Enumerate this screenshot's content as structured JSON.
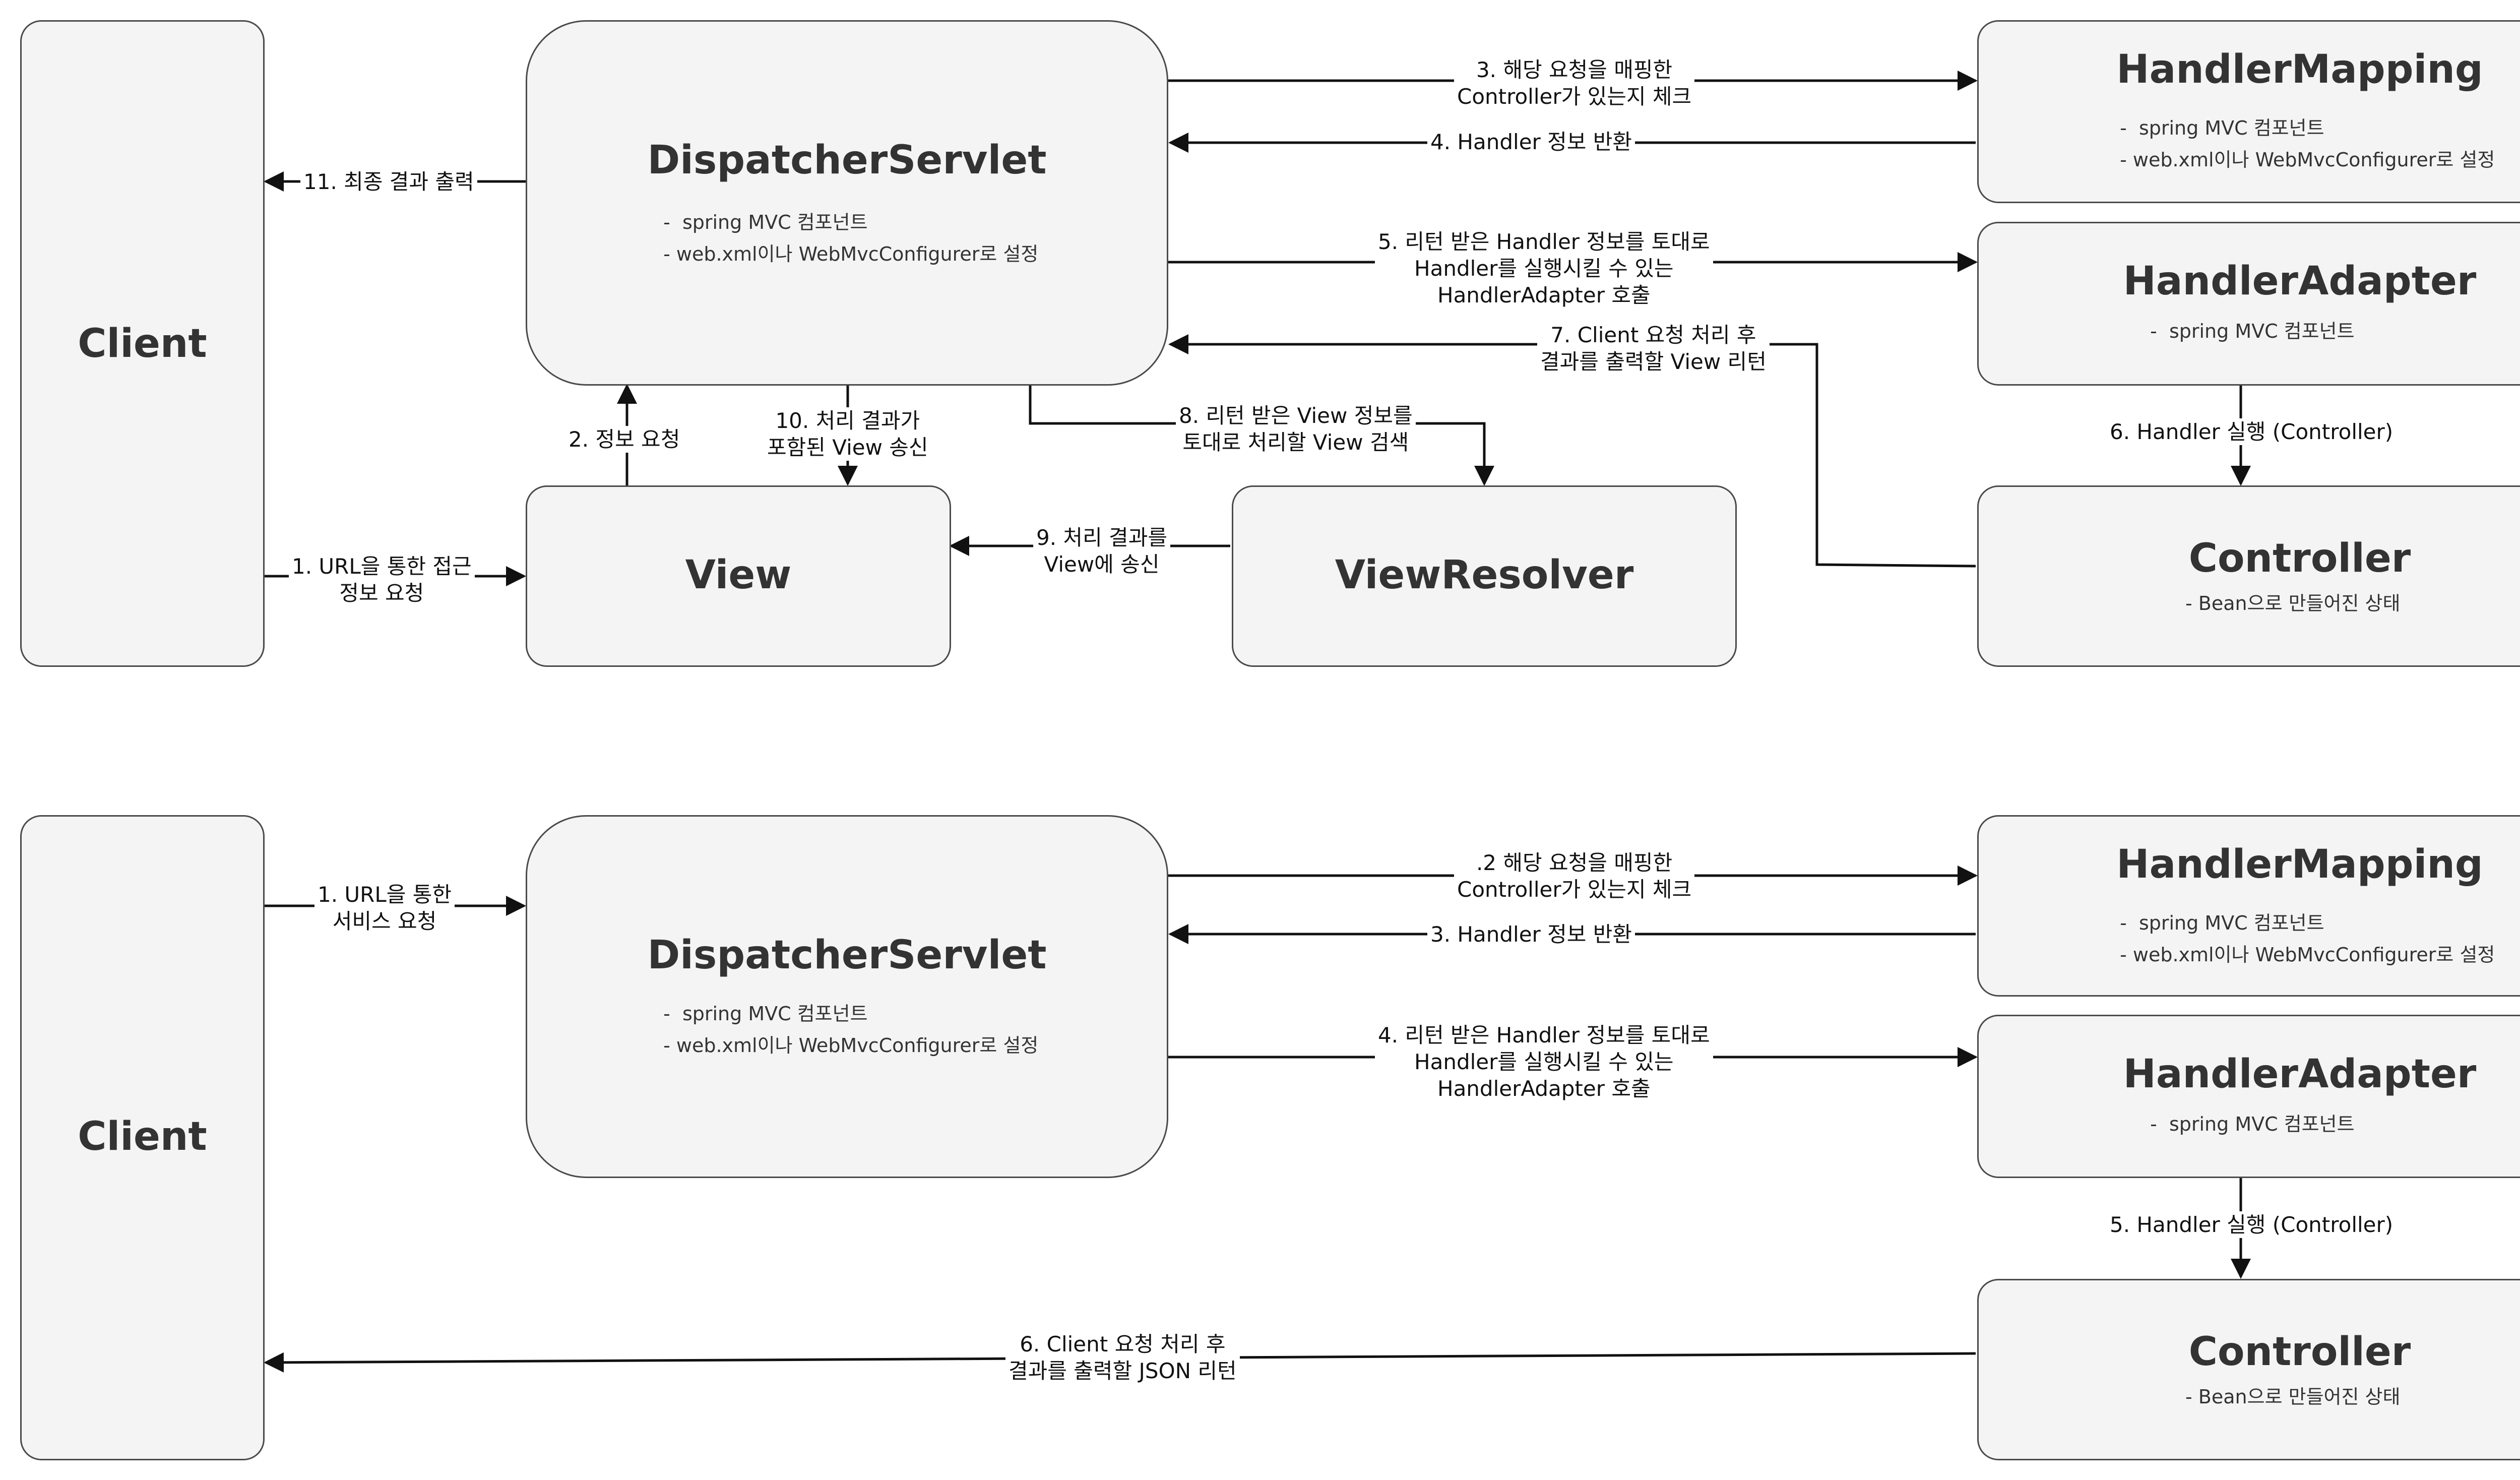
{
  "diagram_top": {
    "client": {
      "title": "Client"
    },
    "dispatcher": {
      "title": "DispatcherServlet",
      "notes": [
        " -  spring MVC 컴포넌트",
        " - web.xml이나 WebMvcConfigurer로 설정"
      ]
    },
    "handler_mapping": {
      "title": "HandlerMapping",
      "notes": [
        " -  spring MVC 컴포넌트",
        " - web.xml이나 WebMvcConfigurer로 설정"
      ]
    },
    "handler_adapter": {
      "title": "HandlerAdapter",
      "notes": [
        " -  spring MVC 컴포넌트"
      ]
    },
    "controller": {
      "title": "Controller",
      "notes": [
        "- Bean으로 만들어진 상태"
      ]
    },
    "view": {
      "title": "View"
    },
    "view_resolver": {
      "title": "ViewResolver"
    },
    "edges": {
      "e1": "1. URL을 통한 접근\n정보 요청",
      "e2": "2. 정보 요청",
      "e3": "3. 해당 요청을 매핑한\nController가 있는지 체크",
      "e4": "4. Handler 정보 반환",
      "e5": "5. 리턴 받은 Handler 정보를 토대로\nHandler를 실행시킬 수 있는\nHandlerAdapter 호출",
      "e6": "6. Handler 실행 (Controller)",
      "e7": "7. Client 요청 처리 후\n결과를 출력할 View 리턴",
      "e8": "8. 리턴 받은 View 정보를\n토대로 처리할 View 검색",
      "e9": "9. 처리 결과를\nView에 송신",
      "e10": "10. 처리 결과가\n포함된 View 송신",
      "e11": "11. 최종 결과 출력"
    }
  },
  "diagram_bottom": {
    "client": {
      "title": "Client"
    },
    "dispatcher": {
      "title": "DispatcherServlet",
      "notes": [
        " -  spring MVC 컴포넌트",
        " - web.xml이나 WebMvcConfigurer로 설정"
      ]
    },
    "handler_mapping": {
      "title": "HandlerMapping",
      "notes": [
        " -  spring MVC 컴포넌트",
        " - web.xml이나 WebMvcConfigurer로 설정"
      ]
    },
    "handler_adapter": {
      "title": "HandlerAdapter",
      "notes": [
        " -  spring MVC 컴포넌트"
      ]
    },
    "controller": {
      "title": "Controller",
      "notes": [
        "- Bean으로 만들어진 상태"
      ]
    },
    "edges": {
      "e1": "1. URL을 통한\n서비스 요청",
      "e2": ".2 해당 요청을 매핑한\nController가 있는지 체크",
      "e3": "3. Handler 정보 반환",
      "e4": "4. 리턴 받은 Handler 정보를 토대로\nHandler를 실행시킬 수 있는\nHandlerAdapter 호출",
      "e5": "5. Handler 실행 (Controller)",
      "e6": "6. Client 요청 처리 후\n결과를 출력할 JSON 리턴"
    }
  },
  "colors": {
    "box_fill": "#f4f4f4",
    "box_stroke": "#4a4a4a",
    "line": "#111111",
    "title": "#333333"
  }
}
